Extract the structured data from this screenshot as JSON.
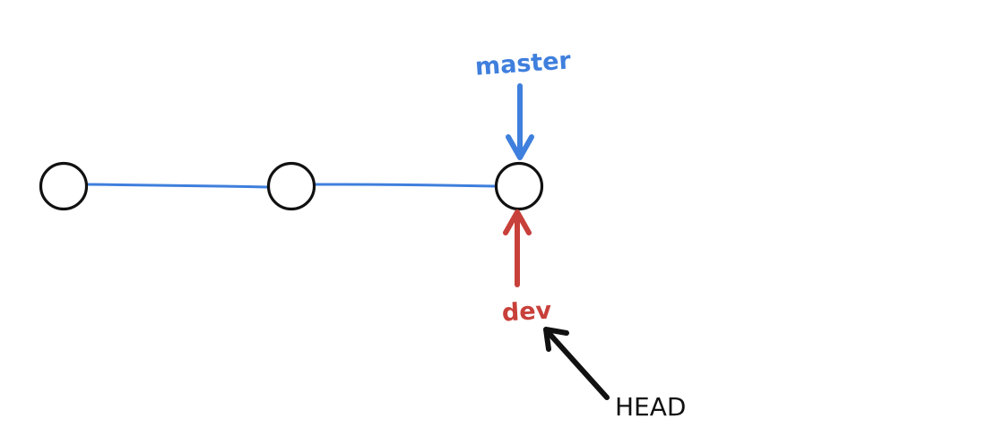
{
  "colors": {
    "master": "#3f7fdd",
    "dev": "#c8403a",
    "head": "#111111",
    "commit_stroke": "#111111",
    "commit_fill": "#ffffff",
    "link": "#3f7fdd"
  },
  "commits": [
    {
      "id": "commit-1"
    },
    {
      "id": "commit-2"
    },
    {
      "id": "commit-3"
    }
  ],
  "labels": {
    "master": "master",
    "dev": "dev",
    "head": "HEAD"
  }
}
